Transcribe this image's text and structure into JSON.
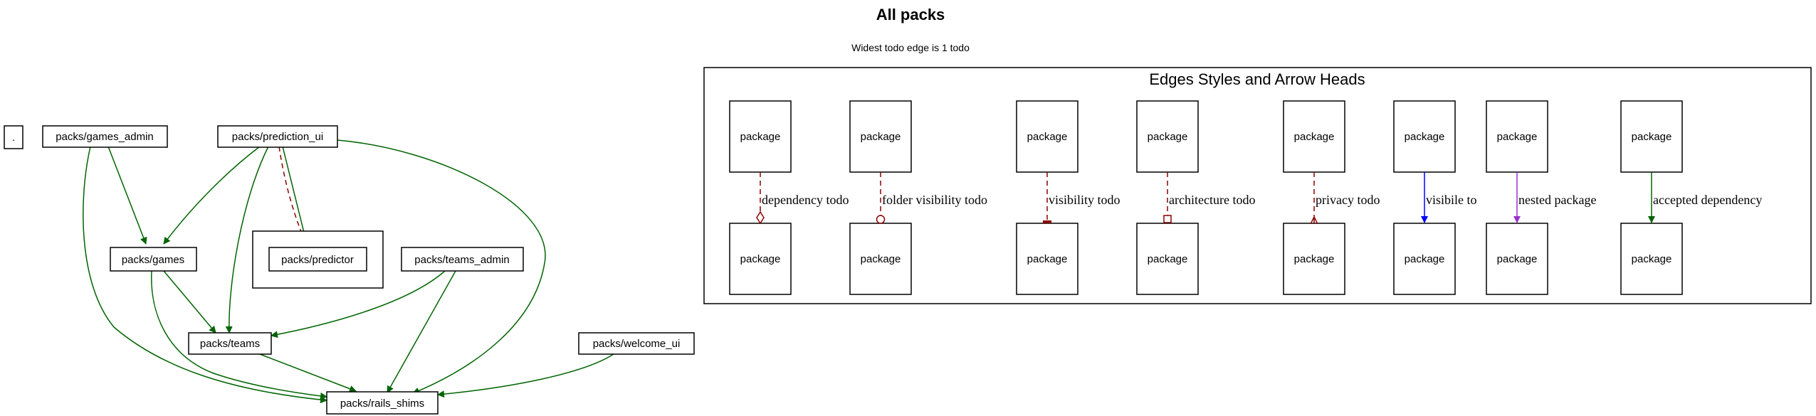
{
  "title": "All packs",
  "subtitle": "Widest todo edge is 1 todo",
  "nodes": {
    "root": ".",
    "games_admin": "packs/games_admin",
    "prediction_ui": "packs/prediction_ui",
    "games": "packs/games",
    "predictor": "packs/predictor",
    "teams_admin": "packs/teams_admin",
    "teams": "packs/teams",
    "welcome_ui": "packs/welcome_ui",
    "rails_shims": "packs/rails_shims"
  },
  "legend": {
    "title": "Edges Styles and Arrow Heads",
    "package_label": "package",
    "edges": [
      {
        "label": "dependency todo",
        "color": "#8b0000",
        "style": "dashed",
        "head": "odiamond"
      },
      {
        "label": "folder visibility todo",
        "color": "#8b0000",
        "style": "dashed",
        "head": "odot"
      },
      {
        "label": "visibility todo",
        "color": "#8b0000",
        "style": "dashed",
        "head": "tee"
      },
      {
        "label": "architecture todo",
        "color": "#8b0000",
        "style": "dashed",
        "head": "obox"
      },
      {
        "label": "privacy todo",
        "color": "#8b0000",
        "style": "dashed",
        "head": "crow"
      },
      {
        "label": "visibile to",
        "color": "#0000ff",
        "style": "solid",
        "head": "normal"
      },
      {
        "label": "nested package",
        "color": "#9932cc",
        "style": "solid",
        "head": "normal"
      },
      {
        "label": "accepted dependency",
        "color": "#006400",
        "style": "solid",
        "head": "normal"
      }
    ]
  },
  "colors": {
    "dependency": "#006400",
    "todo": "#8b0000",
    "visible": "#0000ff",
    "nested": "#9932cc",
    "ink": "#000000"
  }
}
